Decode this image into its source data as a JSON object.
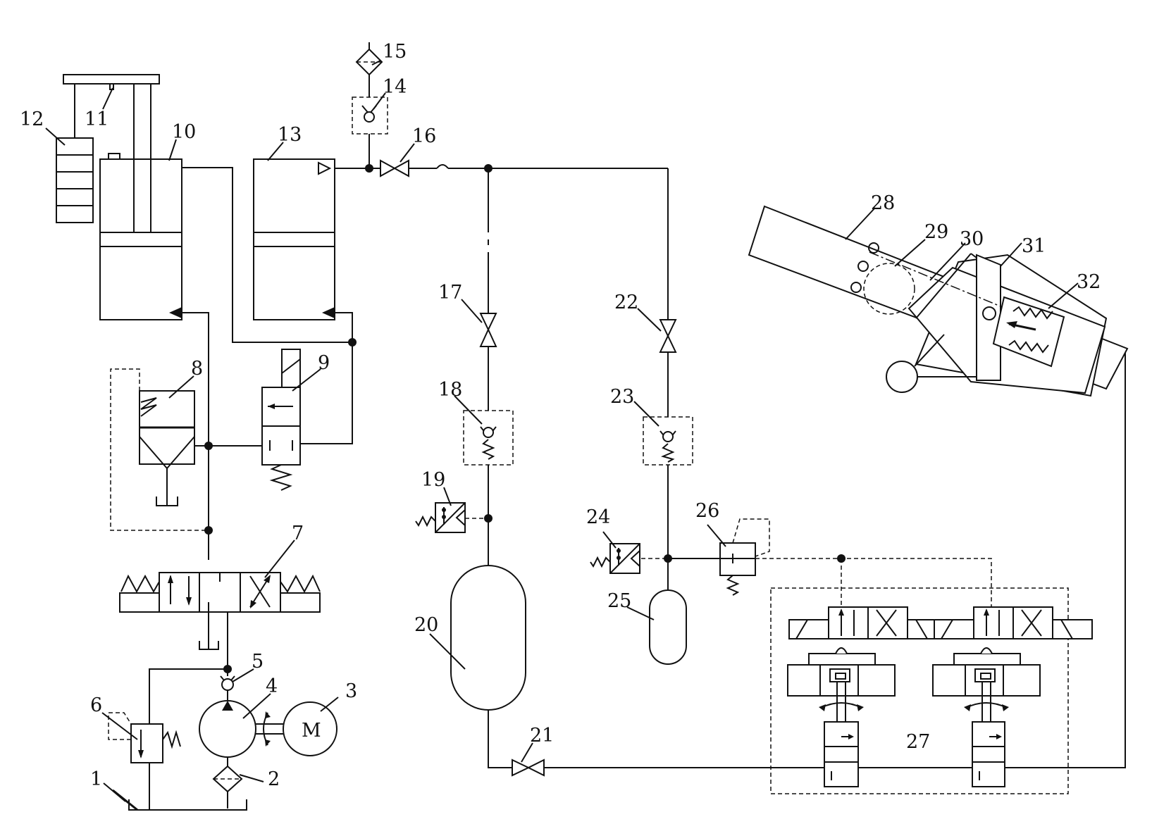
{
  "labels": {
    "l1": "1",
    "l2": "2",
    "l3": "3",
    "l4": "4",
    "l5": "5",
    "l6": "6",
    "l7": "7",
    "l8": "8",
    "l9": "9",
    "l10": "10",
    "l11": "11",
    "l12": "12",
    "l13": "13",
    "l14": "14",
    "l15": "15",
    "l16": "16",
    "l17": "17",
    "l18": "18",
    "l19": "19",
    "l20": "20",
    "l21": "21",
    "l22": "22",
    "l23": "23",
    "l24": "24",
    "l25": "25",
    "l26": "26",
    "l27": "27",
    "l28": "28",
    "l29": "29",
    "l30": "30",
    "l31": "31",
    "l32": "32"
  },
  "motor_symbol": "M"
}
